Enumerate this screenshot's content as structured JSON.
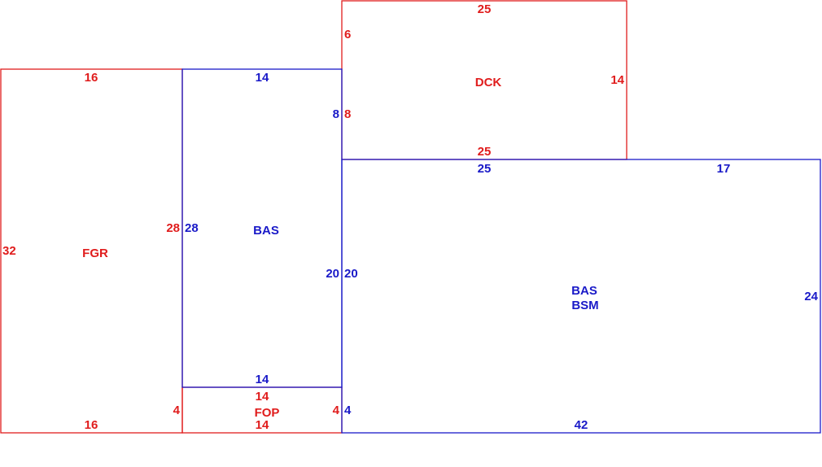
{
  "colors": {
    "red": "#e01c1c",
    "blue": "#1a1ac8"
  },
  "areas": {
    "fgr": {
      "label": "FGR",
      "top": "16",
      "bottom": "16",
      "left": "32",
      "right": "28"
    },
    "bas_left": {
      "label": "BAS",
      "top": "14",
      "bottom": "14",
      "left": "28",
      "right_upper": "8",
      "right_lower": "20"
    },
    "fop": {
      "label": "FOP",
      "top": "14",
      "bottom": "14",
      "left": "4",
      "right": "4"
    },
    "dck": {
      "label": "DCK",
      "top": "25",
      "bottom": "25",
      "left_upper": "6",
      "left_lower": "8",
      "right": "14"
    },
    "bas_main": {
      "label_line1": "BAS",
      "label_line2": "BSM",
      "top_left": "25",
      "top_right": "17",
      "bottom": "42",
      "left_upper": "20",
      "left_lower": "4",
      "right": "24"
    }
  }
}
